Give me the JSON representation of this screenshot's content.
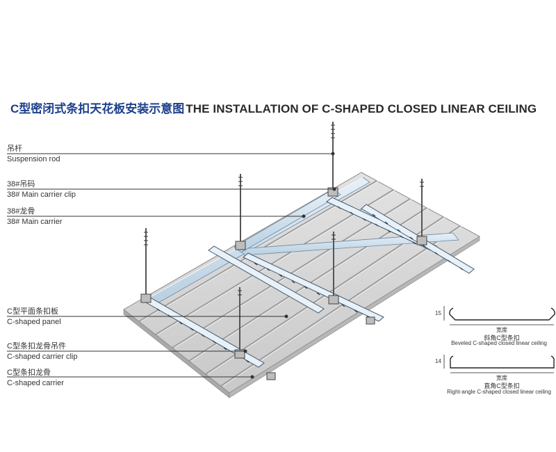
{
  "title": {
    "cn": "C型密闭式条扣天花板安装示意图",
    "en": "THE INSTALLATION OF C-SHAPED CLOSED LINEAR CEILING"
  },
  "callouts": [
    {
      "cn": "吊杆",
      "en": "Suspension rod"
    },
    {
      "cn": "38#吊码",
      "en": "38# Main carrier clip"
    },
    {
      "cn": "38#龙骨",
      "en": "38# Main carrier"
    },
    {
      "cn": "C型平面条扣板",
      "en": "C-shaped panel"
    },
    {
      "cn": "C型条扣龙骨吊件",
      "en": "C-shaped carrier clip"
    },
    {
      "cn": "C型条扣龙骨",
      "en": "C-shaped carrier"
    }
  ],
  "sections": {
    "beveled": {
      "height": "15",
      "width": "宽度",
      "cn": "斜角C型条扣",
      "en": "Beveled C-shaped closed linear ceiling"
    },
    "right_angle": {
      "height": "14",
      "width": "宽度",
      "cn": "直角C型条扣",
      "en": "Right-angle C-shaped closed linear ceiling"
    }
  },
  "colors": {
    "title_cn": "#1c3f8c",
    "panel": "#d6d6d6",
    "carrier": "#d8e8f4"
  }
}
